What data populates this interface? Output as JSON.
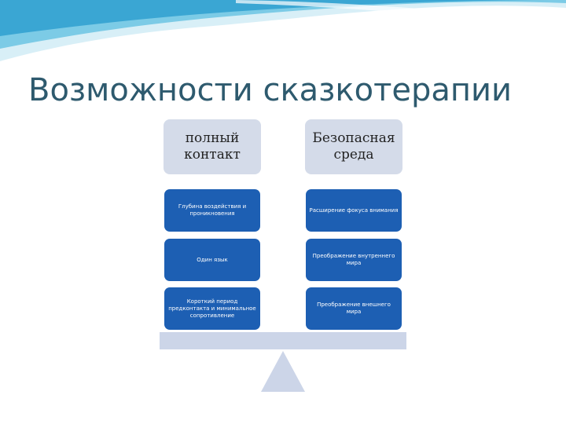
{
  "slide": {
    "title": "Возможности сказкотерапии"
  },
  "balance": {
    "left": {
      "heading": "полный контакт",
      "items": [
        "Глубина воздействия и проникновения",
        "Один язык",
        "Короткий период предконтакта и минимальное сопротивление"
      ]
    },
    "right": {
      "heading": "Безопасная среда",
      "items": [
        "Расширение фокуса внимания",
        "Преображение внутреннего мира",
        "Преображение внешнего мира"
      ]
    }
  },
  "colors": {
    "title": "#2e5a6e",
    "card": "#1d5fb3",
    "heading_box": "#d4dbe9",
    "beam": "#ccd5e8",
    "wave_light": "#cfeaf4",
    "wave_dark": "#4fb3d9"
  }
}
